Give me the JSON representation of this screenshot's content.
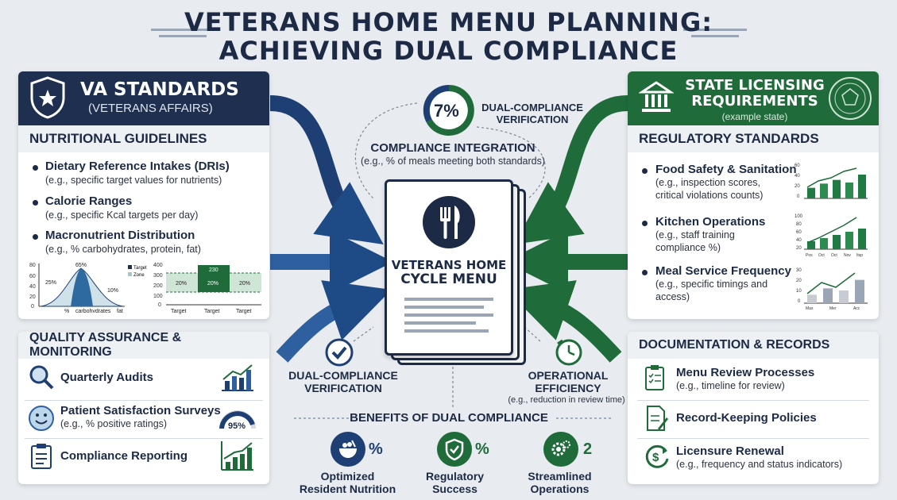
{
  "title": {
    "line1": "VETERANS HOME MENU PLANNING:",
    "line2": "ACHIEVING DUAL COMPLIANCE"
  },
  "colors": {
    "navy": "#1e2f4f",
    "green": "#1f6b3a",
    "blue": "#2e5f9e",
    "bg": "#e8ebef"
  },
  "va": {
    "title": "VA STANDARDS",
    "subtitle": "(VETERANS AFFAIRS)",
    "section": "NUTRITIONAL GUIDELINES",
    "items": [
      {
        "title": "Dietary Reference Intakes (DRIs)",
        "sub": "(e.g., specific target values for nutrients)"
      },
      {
        "title": "Calorie Ranges",
        "sub": "(e.g., specific Kcal targets per day)"
      },
      {
        "title": "Macronutrient Distribution",
        "sub": "(e.g., % carbohydrates, protein, fat)"
      }
    ],
    "chart1": {
      "yticks": [
        "80",
        "60",
        "40",
        "20",
        "0"
      ],
      "labels": [
        "65%",
        "25%",
        "10%"
      ],
      "xlabels": [
        "%",
        "carbohydrates",
        "fat"
      ],
      "legend": [
        "Target",
        "Zone"
      ]
    },
    "chart2": {
      "yticks": [
        "400",
        "300",
        "200",
        "100",
        "0"
      ],
      "top": "230",
      "cells": [
        "20%",
        "20%",
        "20%"
      ],
      "xlabels": [
        "Target",
        "Target",
        "Target"
      ]
    }
  },
  "qa": {
    "section": "QUALITY ASSURANCE & MONITORING",
    "items": [
      {
        "title": "Quarterly Audits",
        "sub": ""
      },
      {
        "title": "Patient Satisfaction Surveys",
        "sub": "(e.g., % positive ratings)",
        "gauge": "95%"
      },
      {
        "title": "Compliance Reporting",
        "sub": ""
      }
    ]
  },
  "state": {
    "title1": "STATE LICENSING",
    "title2": "REQUIREMENTS",
    "subtitle": "(example state)",
    "section": "REGULATORY STANDARDS",
    "items": [
      {
        "title": "Food Safety & Sanitation",
        "sub1": "(e.g., inspection scores,",
        "sub2": "critical violations counts)"
      },
      {
        "title": "Kitchen Operations",
        "sub1": "(e.g., staff training",
        "sub2": "compliance %)"
      },
      {
        "title": "Meal Service Frequency",
        "sub1": "(e.g., specific timings and",
        "sub2": "access)"
      }
    ],
    "mini1": {
      "yticks": [
        "60",
        "40",
        "20",
        "0"
      ],
      "values": [
        20,
        28,
        35,
        30,
        45
      ]
    },
    "mini2": {
      "yticks": [
        "100",
        "80",
        "60",
        "40",
        "20"
      ],
      "values": [
        25,
        35,
        45,
        55,
        65
      ],
      "xlabels": [
        "Pos",
        "Oct",
        "Oct",
        "Nov",
        "Itsp"
      ]
    },
    "mini3": {
      "yticks": [
        "30",
        "20",
        "10",
        "0"
      ],
      "values": [
        8,
        14,
        12,
        22
      ],
      "xlabels": [
        "Mas",
        "Mer",
        "Acc"
      ]
    }
  },
  "docs": {
    "section": "DOCUMENTATION & RECORDS",
    "items": [
      {
        "title": "Menu Review Processes",
        "sub": "(e.g., timeline for review)"
      },
      {
        "title": "Record-Keeping Policies",
        "sub": ""
      },
      {
        "title": "Licensure Renewal",
        "sub": "(e.g., frequency and status indicators)"
      }
    ]
  },
  "center": {
    "percent": "7%",
    "dcv_top1": "DUAL-COMPLIANCE",
    "dcv_top2": "VERIFICATION",
    "integration": "COMPLIANCE INTEGRATION",
    "integration_sub": "(e.g., % of meals meeting both standards)",
    "doc_title1": "VETERANS HOME",
    "doc_title2": "CYCLE MENU",
    "dcv_bottom1": "DUAL-COMPLIANCE",
    "dcv_bottom2": "VERIFICATION",
    "op1": "OPERATIONAL",
    "op2": "EFFICIENCY",
    "op_sub": "(e.g., reduction in review time)"
  },
  "benefits": {
    "title": "BENEFITS OF DUAL COMPLIANCE",
    "items": [
      {
        "mark": "%",
        "l1": "Optimized",
        "l2": "Resident Nutrition"
      },
      {
        "mark": "%",
        "l1": "Regulatory",
        "l2": "Success"
      },
      {
        "mark": "2",
        "l1": "Streamlined",
        "l2": "Operations"
      }
    ]
  }
}
